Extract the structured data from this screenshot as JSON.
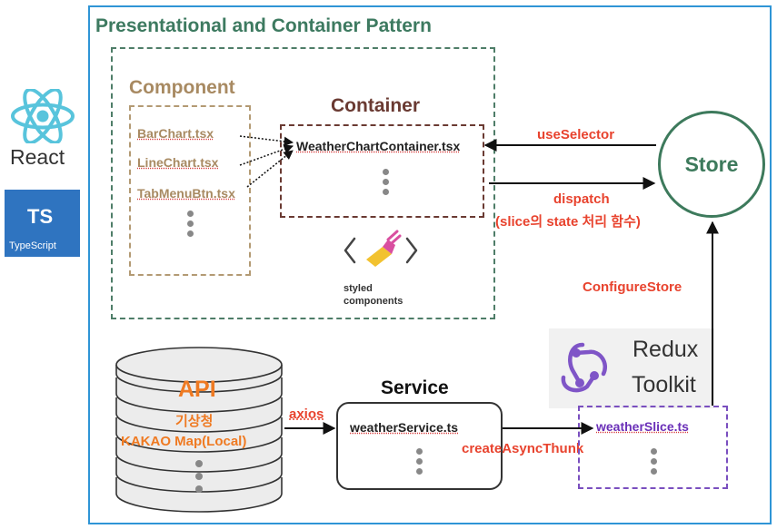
{
  "logos": {
    "react_label": "React",
    "typescript_letters": "TS",
    "typescript_word": "TypeScript"
  },
  "diagram_title": "Presentational and Container Pattern",
  "component": {
    "title": "Component",
    "files": [
      "BarChart.tsx",
      "LineChart.tsx",
      "TabMenuBtn.tsx"
    ]
  },
  "container": {
    "title": "Container",
    "file": "WeatherChartContainer.tsx"
  },
  "styled_components": {
    "line1": "styled",
    "line2": "components"
  },
  "store": {
    "label": "Store"
  },
  "arrows": {
    "use_selector": "useSelector",
    "dispatch": "dispatch",
    "dispatch_note": "(slice의 state 처리 함수)",
    "configure_store": "ConfigureStore",
    "axios": "axios",
    "create_async_thunk": "createAsyncThunk"
  },
  "api": {
    "title": "API",
    "line1": "기상청",
    "line2": "KAKAO Map(Local)"
  },
  "service": {
    "title": "Service",
    "file": "weatherService.ts"
  },
  "redux_toolkit": {
    "line1": "Redux",
    "line2": "Toolkit"
  },
  "slice": {
    "file": "weatherSlice.ts"
  },
  "colors": {
    "frame": "#2f95d6",
    "title_green": "#3d7a60",
    "component_tan": "#a88a62",
    "container_brown": "#6a3a32",
    "store_green": "#3d7a5c",
    "label_red": "#e8432e",
    "api_orange": "#ef7a22",
    "slice_purple": "#7a4fbf",
    "typescript_blue": "#2f74c0",
    "react_blue": "#58c4dc"
  }
}
